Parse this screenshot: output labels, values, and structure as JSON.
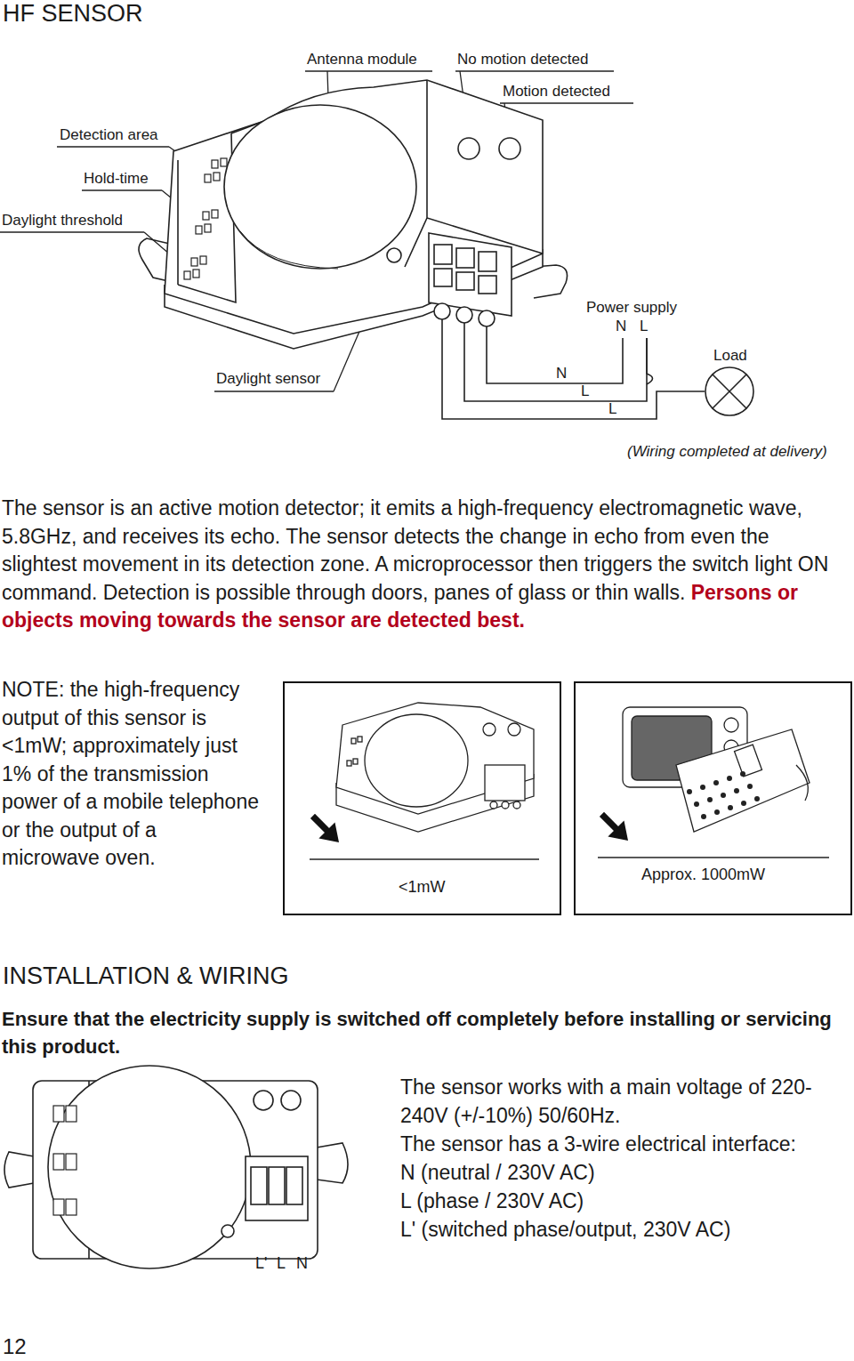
{
  "diagram": {
    "title": "HF SENSOR",
    "nodes": [
      {
        "text": [
          "<1mW"
        ]
      },
      {
        "text": [
          "Approx. 1000mW"
        ]
      }
    ],
    "labels": [
      "Antenna module",
      "No motion detected",
      "Motion detected",
      "Detection area",
      "Hold-time",
      "Daylight threshold",
      "Power supply",
      "N",
      "L",
      "Load",
      "Daylight sensor",
      "N",
      "L",
      "L",
      "(Wiring completed at delivery)",
      "The sensor is an active motion detector; it emits a high-frequency electromagnetic wave, 5.8GHz, and receives its echo. The sensor detects the change in echo from even the slightest movement in its detection zone. A microprocessor then triggers the switch light ON command. Detection is possible through doors, panes of glass or thin walls.",
      "Persons or objects moving towards the sensor are detected best.",
      "NOTE: the high-frequency output of this sensor is <1mW; approximately just 1% of the transmission power of a mobile telephone or the output of a microwave oven.",
      "INSTALLATION & WIRING",
      "Ensure that the electricity supply is switched off completely before installing or servicing this product.",
      "The sensor works with a main voltage of 220-240V (+/-10%) 50/60Hz.",
      "The sensor has a 3-wire electrical interface:",
      "N (neutral / 230V AC)",
      "L (phase / 230V AC)",
      "L' (switched phase/output, 230V AC)",
      "L'",
      "L",
      "N",
      "12"
    ]
  }
}
